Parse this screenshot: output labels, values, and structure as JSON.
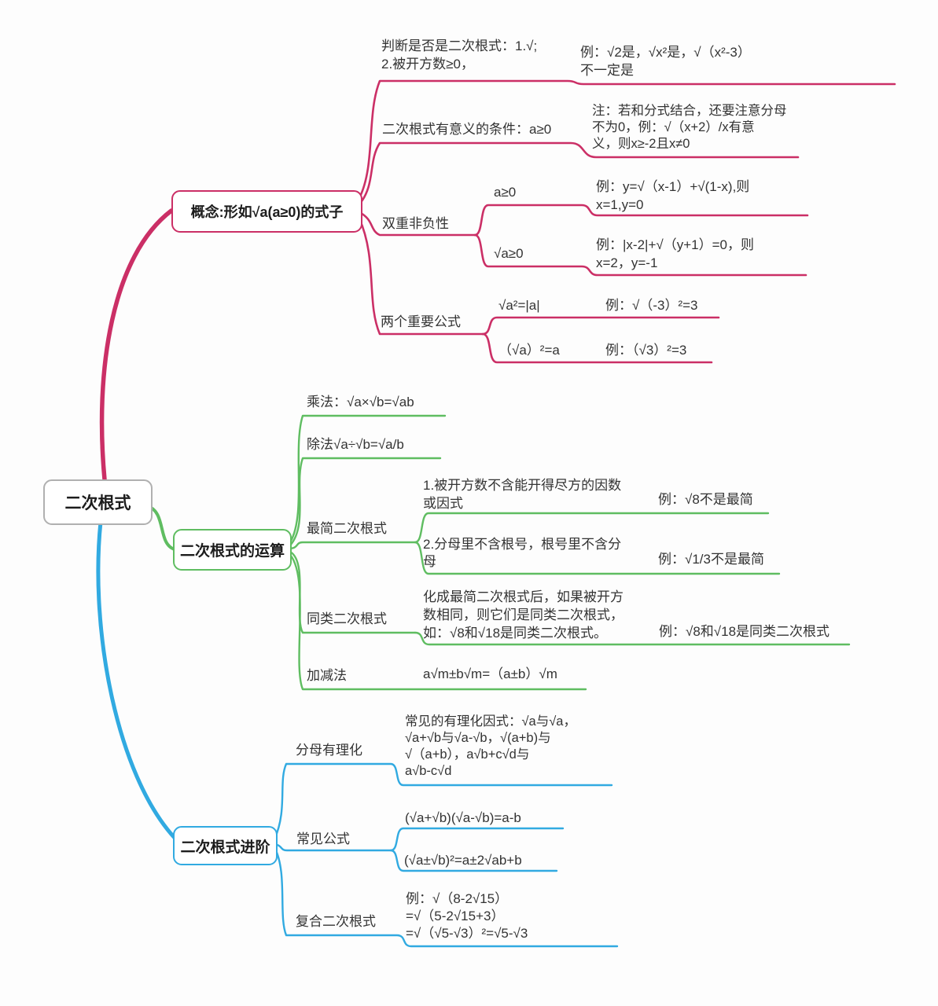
{
  "root": {
    "label": "二次根式"
  },
  "colors": {
    "branch_concept": "#cb2f66",
    "branch_operations": "#5fbd61",
    "branch_advanced": "#31aae1",
    "root_border": "#b0b0b0"
  },
  "concept": {
    "topic": "概念:形如√a(a≥0)的式子",
    "judge": {
      "label": "判断是否是二次根式：1.√;\n2.被开方数≥0，",
      "example": "例：√2是，√x²是，√（x²-3）\n不一定是"
    },
    "meaningful": {
      "label": "二次根式有意义的条件：a≥0",
      "note": "注：若和分式结合，还要注意分母\n不为0，例：√（x+2）/x有意\n义，则x≥-2且x≠0"
    },
    "double_nonneg": {
      "label": "双重非负性",
      "radicand": {
        "label": "a≥0",
        "example": "例：y=√（x-1）+√(1-x),则\nx=1,y=0"
      },
      "root_value": {
        "label": "√a≥0",
        "example": "例：|x-2|+√（y+1）=0，则\nx=2，y=-1"
      }
    },
    "key_formulas": {
      "label": "两个重要公式",
      "f1": {
        "formula": "√a²=|a|",
        "example": "例：√（-3）²=3"
      },
      "f2": {
        "formula": "（√a）²=a",
        "example": "例：（√3）²=3"
      }
    }
  },
  "operations": {
    "topic": "二次根式的运算",
    "multiply": {
      "label": "乘法：√a×√b=√ab"
    },
    "divide": {
      "label": "除法√a÷√b=√a/b"
    },
    "simplest": {
      "label": "最简二次根式",
      "rule1": {
        "text": "1.被开方数不含能开得尽方的因数\n或因式",
        "example": "例：√8不是最简"
      },
      "rule2": {
        "text": "2.分母里不含根号，根号里不含分\n母",
        "example": "例：√1/3不是最简"
      }
    },
    "similar": {
      "label": "同类二次根式",
      "text": "化成最简二次根式后，如果被开方\n数相同，则它们是同类二次根式，\n如：√8和√18是同类二次根式。",
      "example": "例：√8和√18是同类二次根式"
    },
    "addsub": {
      "label": "加减法",
      "formula": "a√m±b√m=（a±b）√m"
    }
  },
  "advanced": {
    "topic": "二次根式进阶",
    "rationalize": {
      "label": "分母有理化",
      "text": "常见的有理化因式：√a与√a，\n√a+√b与√a-√b，√(a+b)与\n√（a+b），a√b+c√d与\na√b-c√d"
    },
    "common_formulas": {
      "label": "常见公式",
      "f1": "(√a+√b)(√a-√b)=a-b",
      "f2": "(√a±√b)²=a±2√ab+b"
    },
    "compound": {
      "label": "复合二次根式",
      "example": "例：√（8-2√15）\n=√（5-2√15+3）\n=√（√5-√3）²=√5-√3"
    }
  }
}
